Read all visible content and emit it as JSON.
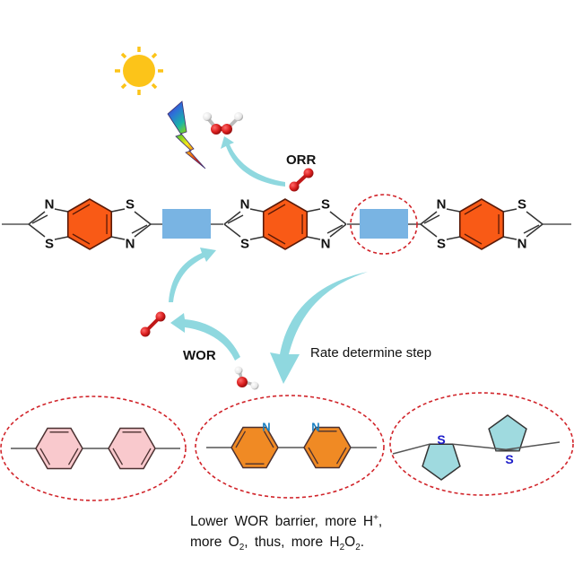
{
  "title": "Photocatalytic H2O2 production via ORR and WOR on benzobisthiazole polymers with varied linkers",
  "colors": {
    "sun": "#fcc419",
    "benzene_core": "#f95a16",
    "linker_block": "#79b4e3",
    "arrow": "#8fd8df",
    "dashed_highlight": "#d1242a",
    "phenyl_fill": "#f9c9cd",
    "pyridine_fill": "#f08a24",
    "thiophene_fill": "#9fdadf",
    "oxygen_atom": "#d91e1e",
    "hydrogen_atom": "#f2f2f2",
    "pyridine_N": "#1a7fc1",
    "thiophene_S": "#1c1cc8"
  },
  "icons": {
    "sun": "sun-icon",
    "light": "lightning-bolt-icon",
    "h2o2": "hydrogen-peroxide-molecule-icon",
    "o2": "oxygen-molecule-icon",
    "h2o": "water-molecule-icon"
  },
  "labels": {
    "orr": "ORR",
    "wor": "WOR",
    "rate_step": "Rate determine step"
  },
  "atoms": {
    "N": "N",
    "S": "S"
  },
  "polymer_backbone": {
    "units": [
      "benzobisthiazole",
      "linker",
      "benzobisthiazole",
      "linker (highlighted)",
      "benzobisthiazole"
    ]
  },
  "linker_options": [
    {
      "name": "biphenyl",
      "heteroatom": ""
    },
    {
      "name": "bipyridine",
      "heteroatom": "N"
    },
    {
      "name": "bithiophene",
      "heteroatom": "S"
    }
  ],
  "caption": {
    "line1_prefix": "Lower WOR barrier, more H",
    "line1_sup": "+",
    "line1_suffix": ",",
    "line2_a": "more O",
    "line2_sub1": "2",
    "line2_b": ", thus, more H",
    "line2_sub2": "2",
    "line2_c": "O",
    "line2_sub3": "2",
    "line2_d": "."
  }
}
